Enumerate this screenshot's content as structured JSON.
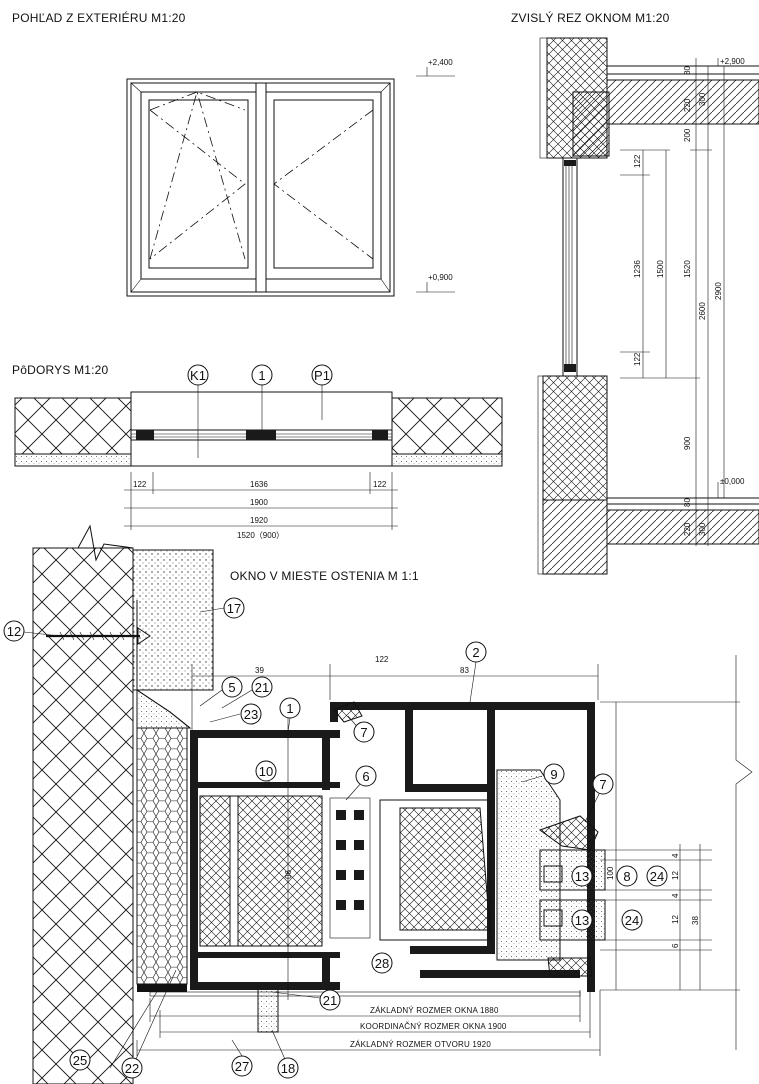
{
  "titles": {
    "exterior_view": "POHĽAD Z EXTERIÉRU M1:20",
    "vertical_section": "ZVISLÝ REZ OKNOM M1:20",
    "floor_plan": "PôDORYS M1:20",
    "detail": "OKNO V MIESTE OSTENIA M 1:1"
  },
  "exterior_levels": {
    "top": "+2,400",
    "bottom": "+0,900"
  },
  "section_levels": {
    "top": "+2,900",
    "bottom": "±0,000"
  },
  "section_dims": {
    "d80_top": "80",
    "d220_top": "220",
    "d300_top": "300",
    "d200": "200",
    "d122_top": "122",
    "d1236": "1236",
    "d1500": "1500",
    "d1520": "1520",
    "d2600": "2600",
    "d2900": "2900",
    "d122_bot": "122",
    "d900": "900",
    "d80_bot": "80",
    "d220_bot": "220",
    "d300_bot": "300"
  },
  "plan_labels": {
    "k1": "K1",
    "n1": "1",
    "p1": "P1"
  },
  "plan_dims": {
    "d122_left": "122",
    "d1636": "1636",
    "d122_right": "122",
    "d1900": "1900",
    "d1920": "1920",
    "d1520_900": "1520（900）"
  },
  "detail_dims": {
    "d39": "39",
    "d122": "122",
    "d83": "83",
    "d90": "90",
    "d100": "100",
    "d4a": "4",
    "d12a": "12",
    "d4b": "4",
    "d12b": "12",
    "d6": "6",
    "d38": "38"
  },
  "callouts": [
    "12",
    "17",
    "5",
    "21",
    "23",
    "1",
    "2",
    "7",
    "10",
    "6",
    "9",
    "7",
    "13",
    "8",
    "24",
    "13",
    "24",
    "28",
    "21",
    "25",
    "22",
    "27",
    "18"
  ],
  "notes": {
    "zakladny_okna": "ZÁKLADNÝ ROZMER OKNA 1880",
    "koordinacny": "KOORDINAČNÝ ROZMER OKNA 1900",
    "zakladny_otvoru": "ZÁKLADNÝ ROZMER OTVORU 1920"
  }
}
